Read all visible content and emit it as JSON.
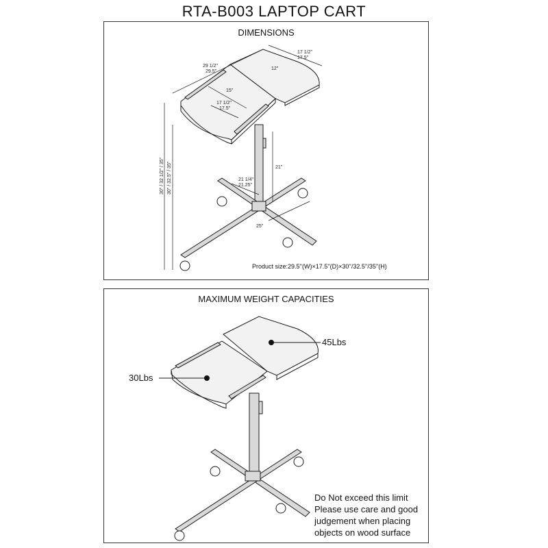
{
  "title": "RTA-B003 LAPTOP CART",
  "dimensions_panel": {
    "heading": "DIMENSIONS",
    "labels": {
      "width_in": "29 1/2\"",
      "width_cm": "29.5\"",
      "depth_in": "17 1/2\"",
      "depth_cm": "17.5\"",
      "tray_width": "12\"",
      "left_width": "15\"",
      "left_depth_in": "17 1/2\"",
      "left_depth_cm": "17.5\"",
      "column_height": "21\"",
      "base_width_in": "21 1/4\"",
      "base_width_cm": "21.25\"",
      "base_length": "25\"",
      "height_in": "30\" / 32 1/2\" / 35\"",
      "height_cm": "30\" / 32.5\" / 35\""
    },
    "product_size": "Product size:29.5''(W)×17.5''(D)×30''/32.5''/35''(H)"
  },
  "weight_panel": {
    "heading": "MAXIMUM WEIGHT CAPACITIES",
    "right_load": "45Lbs",
    "left_load": "30Lbs",
    "note": [
      "Do Not exceed this limit",
      "Please use care and good",
      "judgement when placing",
      "objects on wood surface"
    ]
  },
  "colors": {
    "line": "#1a1a1a",
    "tray_fill": "#f2f2f2",
    "frame_fill": "#d9d9d9"
  }
}
